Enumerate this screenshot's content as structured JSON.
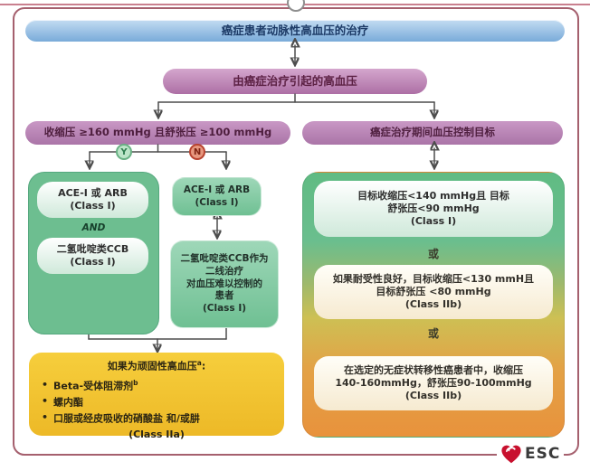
{
  "top": {
    "title": "癌症患者动脉性高血压的治疗",
    "cause": "由癌症治疗引起的高血压"
  },
  "conditions": {
    "left": "收缩压 ≥160 mmHg 且舒张压 ≥100 mmHg",
    "right": "癌症治疗期间血压控制目标"
  },
  "branch": {
    "yes": "Y",
    "no": "N"
  },
  "left_branch": {
    "combo": {
      "drug1": "ACE-I 或 ARB",
      "drug1_class": "(Class I)",
      "and": "AND",
      "drug2": "二氢吡啶类CCB",
      "drug2_class": "(Class I)"
    },
    "second_line": {
      "drug1": "ACE-I 或 ARB",
      "drug1_class": "(Class I)",
      "line1": "二氢吡啶类CCB作为",
      "line2": "二线治疗",
      "line3": "对血压难以控制的",
      "line4": "患者",
      "class": "(Class I)"
    },
    "resistant": {
      "title": "如果为顽固性高血压",
      "title_sup": "a",
      "title_colon": ":",
      "bullets": [
        {
          "text": "Beta-受体阻滞剂",
          "sup": "b"
        },
        {
          "text": "螺内酯",
          "sup": ""
        },
        {
          "text": "口服或经皮吸收的硝酸盐 和/或肼",
          "sup": ""
        }
      ],
      "class": "(Class IIa)"
    }
  },
  "right_branch": {
    "goal1": {
      "line1": "目标收缩压<140 mmHg且 目标",
      "line2": "舒张压<90 mmHg",
      "class": "(Class I)"
    },
    "or1": "或",
    "goal2": {
      "line1": "如果耐受性良好，目标收缩压<130 mmH且",
      "line2": "目标舒张压 <80 mmHg",
      "class": "(Class IIb)"
    },
    "or2": "或",
    "goal3": {
      "line1": "在选定的无症状转移性癌患者中，收缩压",
      "line2": "140-160mmHg，舒张压90-100mmHg",
      "class": "(Class IIb)"
    }
  },
  "footer": {
    "esc": "ESC"
  },
  "colors": {
    "accent_blue": "#79abd9",
    "accent_pink": "#ad6fa5",
    "accent_purple": "#aa74a7",
    "accent_green": "#6dbe90",
    "accent_yellow": "#f0c12c",
    "accent_orange": "#e8923c",
    "yes_green": "#2e7d4f",
    "no_red": "#7e2312",
    "frame_border": "#a5606e"
  }
}
